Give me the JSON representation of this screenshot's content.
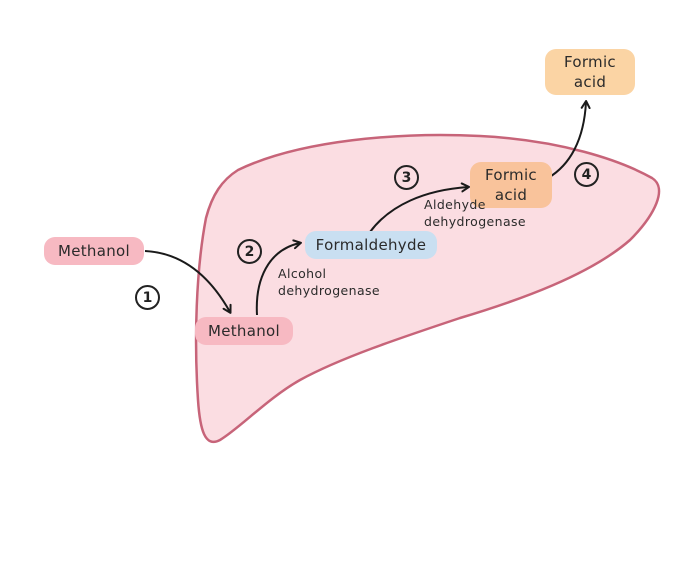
{
  "nodes": {
    "methanol_outside": "Methanol",
    "methanol_liver": "Methanol",
    "formaldehyde": "Formaldehyde",
    "formic_acid_liver": {
      "line1": "Formic",
      "line2": "acid"
    },
    "formic_acid_outside": {
      "line1": "Formic",
      "line2": "acid"
    }
  },
  "enzymes": {
    "alcohol_dehydrogenase": {
      "line1": "Alcohol",
      "line2": "dehydrogenase"
    },
    "aldehyde_dehydrogenase": {
      "line1": "Aldehyde",
      "line2": "dehydrogenase"
    }
  },
  "steps": [
    "1",
    "2",
    "3",
    "4"
  ],
  "colors": {
    "liver_fill": "#fbdde2",
    "liver_outline": "#c76479",
    "methanol": "#f7b9c2",
    "formaldehyde": "#c9dff1",
    "formic_acid_liver": "#f9c39b",
    "formic_acid_outside": "#fbd4a4",
    "arrow": "#1a1a1a"
  }
}
